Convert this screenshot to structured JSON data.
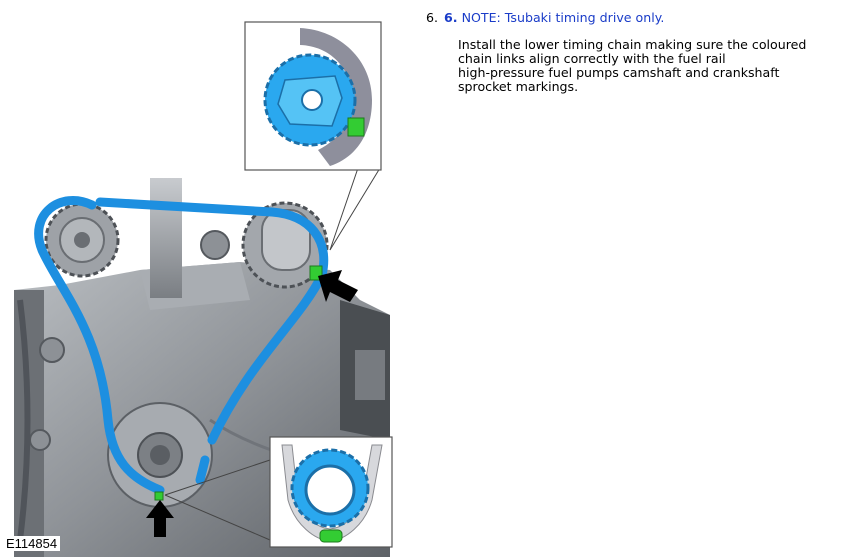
{
  "step": {
    "list_number": "6.",
    "inline_number": "6.",
    "note": "NOTE: Tsubaki timing drive only.",
    "instruction": "Install the lower timing chain making sure the coloured\nchain links align correctly with the fuel rail\nhigh-pressure fuel pumps camshaft and crankshaft\nsprocket markings."
  },
  "figure": {
    "id": "E114854",
    "colors": {
      "chain": "#1d8fe0",
      "sprocket": "#2aa8ef",
      "marker": "#33cc33",
      "engine": "#9a9ea3",
      "arrow": "#000000"
    }
  }
}
